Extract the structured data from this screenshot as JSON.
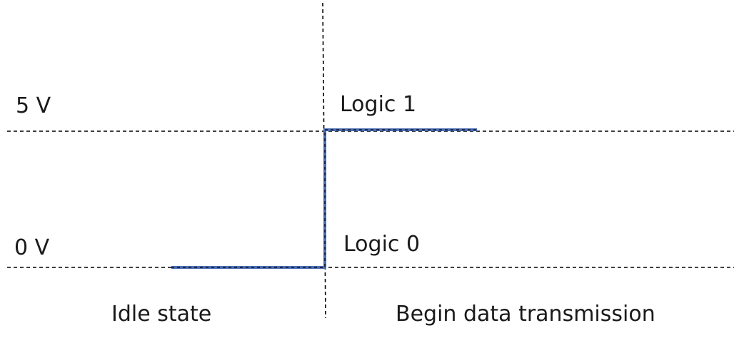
{
  "levels": {
    "high_label": "5 V",
    "low_label": "0 V"
  },
  "logic": {
    "one_label": "Logic 1",
    "zero_label": "Logic 0"
  },
  "phases": {
    "left_label": "Idle state",
    "right_label": "Begin data transmission"
  },
  "colors": {
    "signal": "#4a6db5",
    "reference_line": "#000000",
    "text": "#1a1a1a"
  }
}
